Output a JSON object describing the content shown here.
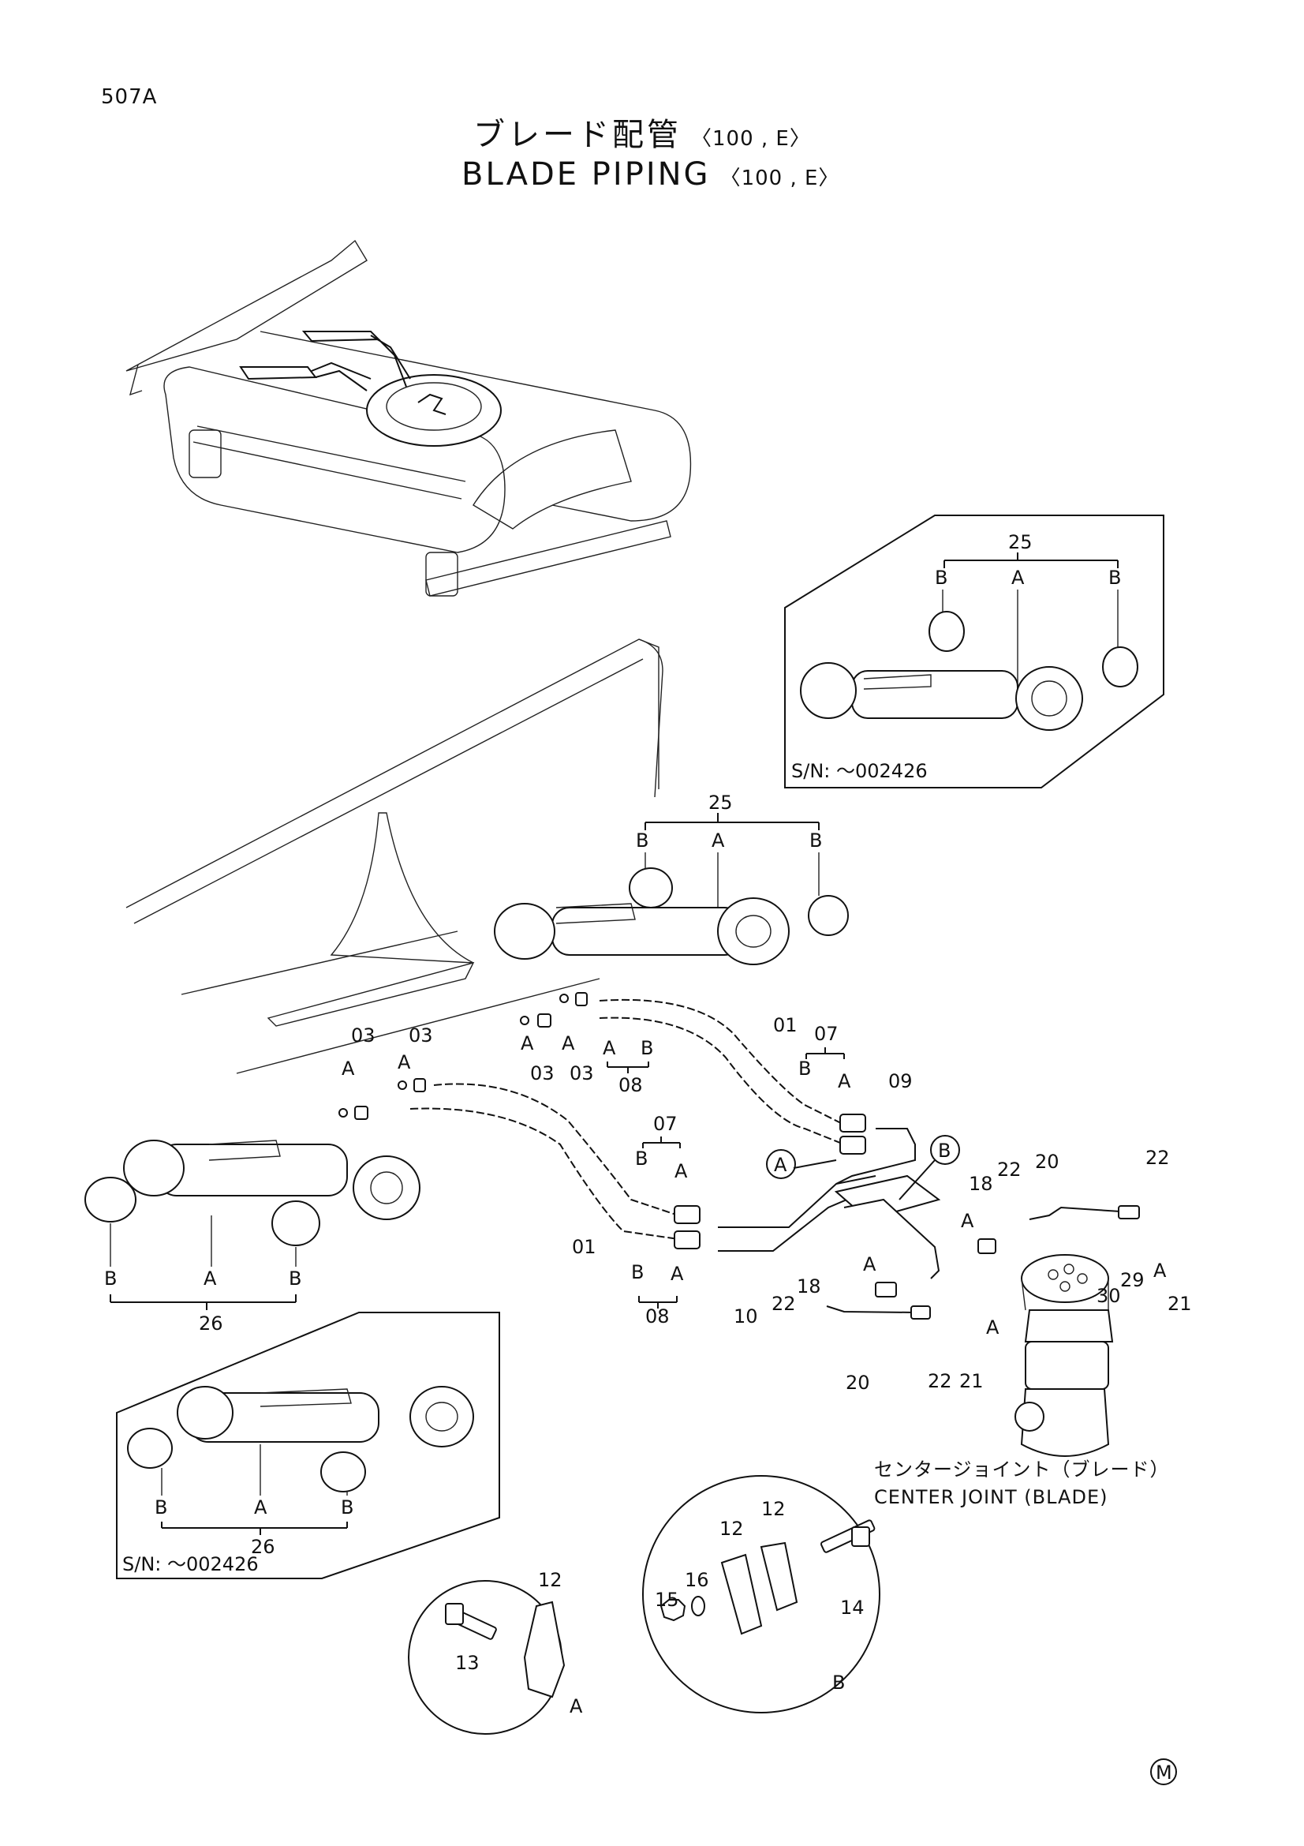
{
  "header": {
    "page_number": "507A",
    "title_jp": "ブレード配管",
    "title_en": "BLADE PIPING",
    "model_code": "〈100 , E〉"
  },
  "insets": {
    "cylinder_top": {
      "serial": "S/N: ～002426"
    },
    "cylinder_bottom": {
      "serial": "S/N: ～002426"
    }
  },
  "center_joint": {
    "label_jp": "センタージョイント（ブレード）",
    "label_en": "CENTER JOINT (BLADE)"
  },
  "detail_callouts": {
    "a": "A",
    "b": "B"
  },
  "mark": "M",
  "part_labels": {
    "p01": "01",
    "p03": "03",
    "p07": "07",
    "p08": "08",
    "p09": "09",
    "p10": "10",
    "p12": "12",
    "p13": "13",
    "p14": "14",
    "p15": "15",
    "p16": "16",
    "p18": "18",
    "p20": "20",
    "p21": "21",
    "p22": "22",
    "p25": "25",
    "p26": "26",
    "p29": "29",
    "p30": "30",
    "a": "A",
    "b": "B"
  }
}
